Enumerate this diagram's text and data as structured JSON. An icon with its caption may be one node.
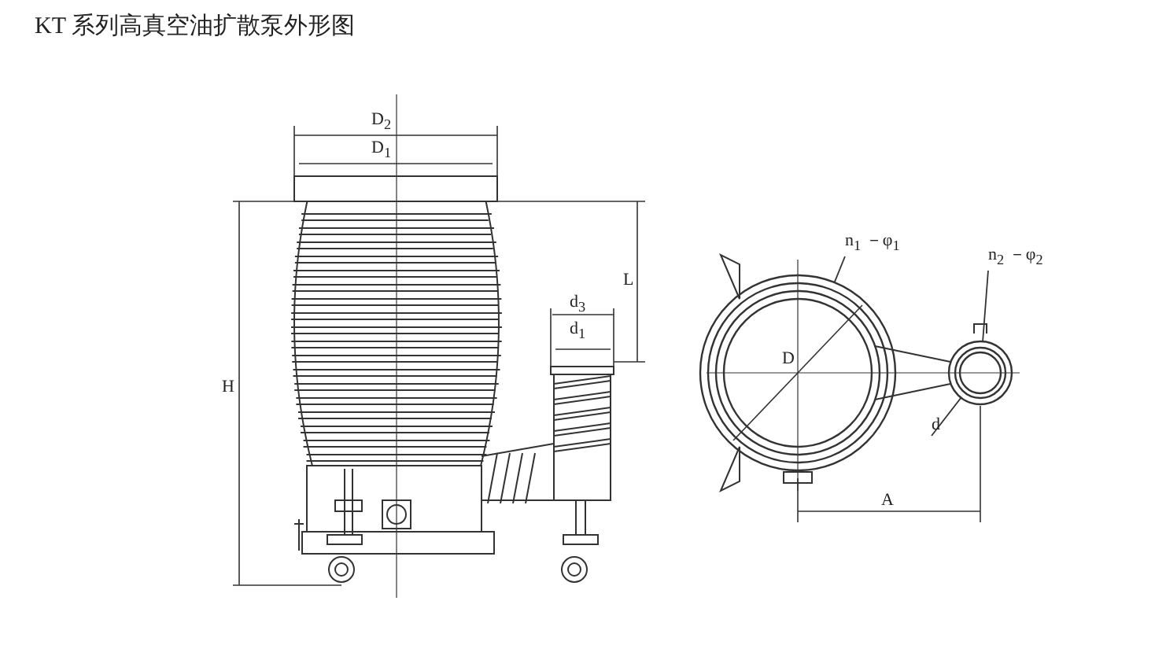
{
  "diagram": {
    "title": "KT 系列高真空油扩散泵外形图",
    "nodes": [
      {
        "text": [
          "n$_{1}$ －φ$_{1}$"
        ]
      },
      {
        "text": [],
        "shape": "circle"
      },
      {
        "text": [
          "n$_{2}$ －φ$_{2}$"
        ]
      },
      {
        "text": [],
        "shape": "circle"
      },
      {
        "text": [
          "d"
        ]
      }
    ],
    "edges": [
      {
        "from": 0,
        "to": 1,
        "arrow": "none"
      },
      {
        "from": 2,
        "to": 3,
        "arrow": "none"
      },
      {
        "from": 4,
        "to": 3,
        "arrow": "none"
      }
    ],
    "labels": [
      "D$_{2}$",
      "D$_{1}$",
      "H",
      "L",
      "d$_{3}$",
      "d$_{1}$",
      "D",
      "A"
    ]
  }
}
